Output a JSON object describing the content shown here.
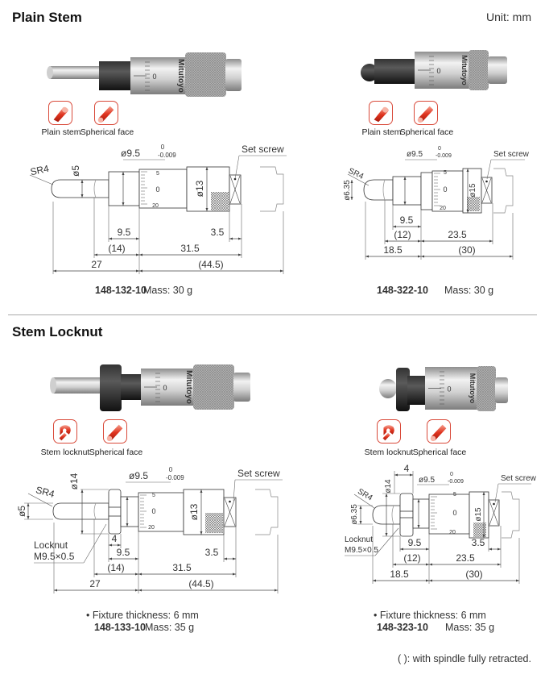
{
  "unit": "Unit: mm",
  "footnote": "( ): with spindle fully retracted.",
  "sections": [
    {
      "title": "Plain Stem"
    },
    {
      "title": "Stem Locknut"
    }
  ],
  "brand": "Mitutoyo",
  "products": [
    {
      "model": "148-132-10",
      "mass": "Mass: 30 g",
      "icons": [
        "Plain stem",
        "Spherical face"
      ],
      "drawing": {
        "sr": "SR4",
        "stem_dia": "ø5",
        "sleeve_dia": "ø9.5",
        "tol_upper": "0",
        "tol_lower": "-0.009",
        "body_dia": "ø13",
        "set_screw": "Set screw",
        "scale": [
          "5",
          "0",
          "20"
        ],
        "d_sleeve": "9.5",
        "d_retracted": "(14)",
        "d_stem": "27",
        "d_body": "31.5",
        "d_total": "(44.5)",
        "d_screw": "3.5"
      }
    },
    {
      "model": "148-322-10",
      "mass": "Mass: 30 g",
      "icons": [
        "Plain stem",
        "Spherical face"
      ],
      "drawing": {
        "sr": "SR4",
        "stem_dia": "ø6.35",
        "sleeve_dia": "ø9.5",
        "tol_upper": "0",
        "tol_lower": "-0.009",
        "body_dia": "ø15",
        "set_screw": "Set screw",
        "scale": [
          "5",
          "0",
          "20"
        ],
        "d_sleeve": "9.5",
        "d_retracted": "(12)",
        "d_stem": "18.5",
        "d_body": "23.5",
        "d_total": "(30)"
      }
    },
    {
      "model": "148-133-10",
      "mass": "Mass: 35 g",
      "fixture": "• Fixture thickness: 6 mm",
      "icons": [
        "Stem locknut",
        "Spherical face"
      ],
      "drawing": {
        "sr": "SR4",
        "stem_dia": "ø5",
        "locknut_dia": "ø14",
        "locknut_w": "4",
        "locknut_label": "Locknut",
        "locknut_thread": "M9.5×0.5",
        "sleeve_dia": "ø9.5",
        "tol_upper": "0",
        "tol_lower": "-0.009",
        "body_dia": "ø13",
        "set_screw": "Set screw",
        "scale": [
          "5",
          "0",
          "20"
        ],
        "d_sleeve": "9.5",
        "d_retracted": "(14)",
        "d_stem": "27",
        "d_body": "31.5",
        "d_total": "(44.5)",
        "d_screw": "3.5"
      }
    },
    {
      "model": "148-323-10",
      "mass": "Mass: 35 g",
      "fixture": "• Fixture thickness: 6 mm",
      "icons": [
        "Stem locknut",
        "Spherical face"
      ],
      "drawing": {
        "sr": "SR4",
        "stem_dia": "ø6.35",
        "locknut_dia": "ø14",
        "locknut_w": "4",
        "locknut_label": "Locknut",
        "locknut_thread": "M9.5×0.5",
        "sleeve_dia": "ø9.5",
        "tol_upper": "0",
        "tol_lower": "-0.009",
        "body_dia": "ø15",
        "set_screw": "Set screw",
        "scale": [
          "5",
          "0",
          "20"
        ],
        "d_sleeve": "9.5",
        "d_retracted": "(12)",
        "d_stem": "18.5",
        "d_body": "23.5",
        "d_total": "(30)",
        "d_screw": "3.5"
      }
    }
  ]
}
